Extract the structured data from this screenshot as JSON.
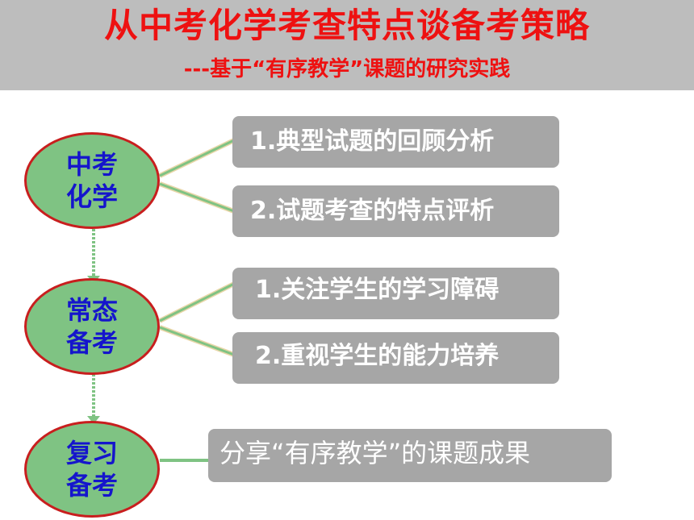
{
  "header": {
    "title": "从中考化学考查特点谈备考策略",
    "subtitle": "---基于“有序教学”课题的研究实践"
  },
  "nodes": [
    {
      "label": "中考化学",
      "items": [
        "1.典型试题的回顾分析",
        "2.试题考查的特点评析"
      ]
    },
    {
      "label": "常态备考",
      "items": [
        "1.关注学生的学习障碍",
        "2.重视学生的能力培养"
      ]
    },
    {
      "label": "复习备考",
      "items": [
        "分享“有序教学”的课题成果"
      ]
    }
  ],
  "colors": {
    "header_bg": "#bdbdbd",
    "title": "#ee1111",
    "oval_fill": "#7fc383",
    "oval_border": "#c81e1e",
    "oval_text": "#1515cc",
    "box_bg": "#a6a6a6",
    "connector": "#7fc383"
  }
}
